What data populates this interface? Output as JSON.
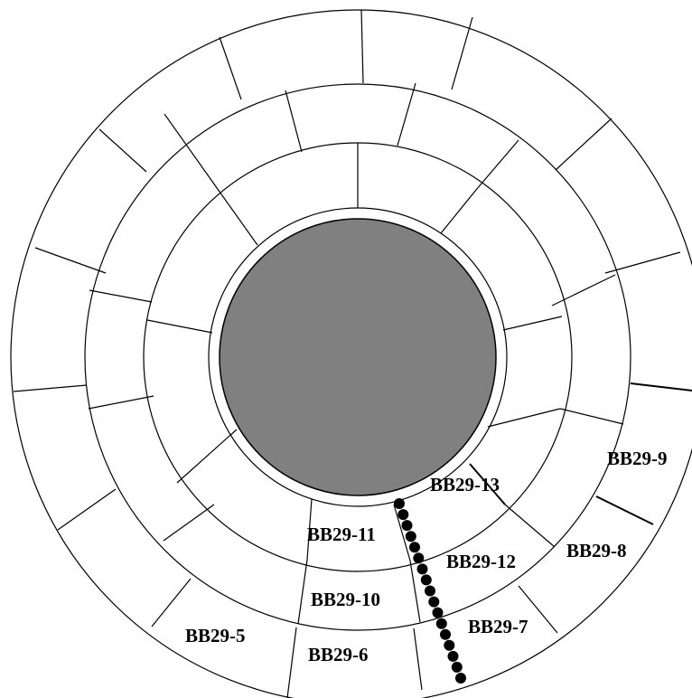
{
  "colors": {
    "core_fill": "#808080",
    "stroke": "#000000",
    "background": "#ffffff",
    "marker": "#000000"
  },
  "labels": {
    "bb29_5": "BB29-5",
    "bb29_6": "BB29-6",
    "bb29_7": "BB29-7",
    "bb29_8": "BB29-8",
    "bb29_9": "BB29-9",
    "bb29_10": "BB29-10",
    "bb29_11": "BB29-11",
    "bb29_12": "BB29-12",
    "bb29_13": "BB29-13"
  }
}
